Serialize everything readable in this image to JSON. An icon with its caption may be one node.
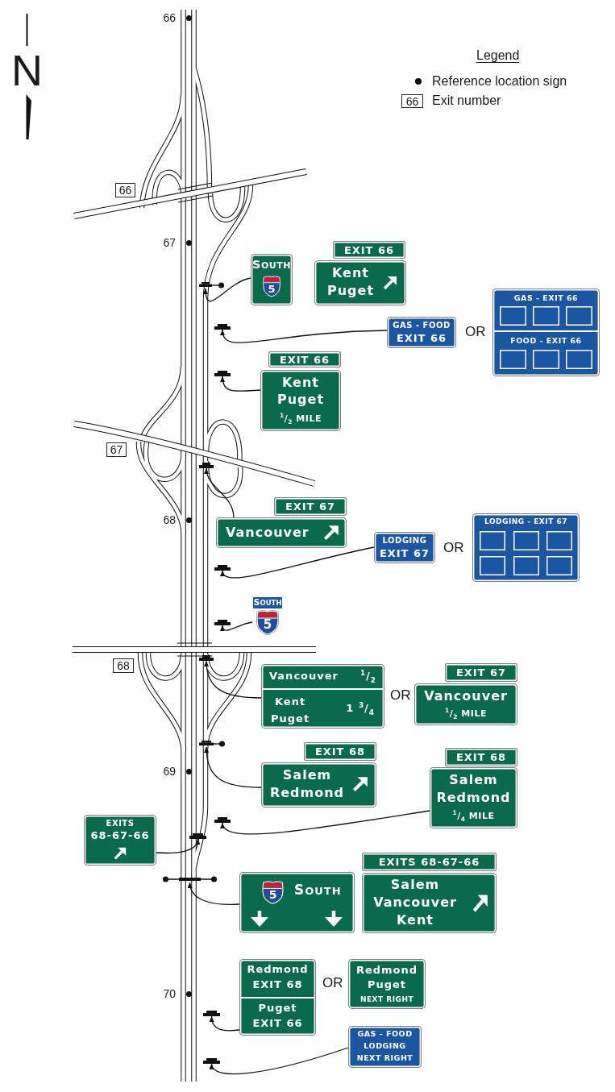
{
  "diagram": {
    "nodes": [
      {
        "text": [
          "66"
        ]
      },
      {
        "text": [
          "66"
        ]
      },
      {
        "text": [
          "SOUTH",
          "5"
        ]
      },
      {
        "text": [
          "EXIT 66"
        ]
      },
      {
        "text": [
          "Kent Puget"
        ]
      },
      {
        "text": [],
        "shape": "bar"
      },
      {
        "text": [
          "GAS - FOOD",
          "EXIT 66"
        ]
      },
      {
        "text": [
          "GAS - EXIT 66",
          "FOOD - EXIT 66"
        ]
      },
      {
        "text": [],
        "shape": "bar"
      },
      {
        "text": [
          "EXIT 66"
        ]
      },
      {
        "text": [
          "Kent Puget",
          "$^{1}$/$_{2}$ MILE"
        ]
      },
      {
        "text": [],
        "shape": "bar"
      },
      {
        "text": [
          "67"
        ]
      },
      {
        "text": [],
        "shape": "bar"
      },
      {
        "text": [
          "EXIT 67"
        ]
      },
      {
        "text": [
          "Vancouver"
        ]
      },
      {
        "text": [
          "LODGING",
          "EXIT 67"
        ]
      },
      {
        "text": [
          "LODGING - EXIT 67"
        ]
      },
      {
        "text": [],
        "shape": "bar"
      },
      {
        "text": [
          "SOUTH",
          "5"
        ]
      },
      {
        "text": [],
        "shape": "bar"
      },
      {
        "text": [
          "68"
        ]
      },
      {
        "text": [],
        "shape": "bar"
      },
      {
        "text": [
          "Vancouver",
          "$^{1}$/$_{2}$",
          "Kent Puget",
          "1 $^{3}$/$_{4}$"
        ]
      },
      {
        "text": [
          "EXIT 67"
        ]
      },
      {
        "text": [
          "Vancouver",
          "$^{1}$/$_{2}$ MILE"
        ]
      },
      {
        "text": [],
        "shape": "bar"
      },
      {
        "text": [
          "EXIT 68"
        ]
      },
      {
        "text": [
          "Salem Redmond"
        ]
      },
      {
        "text": [
          "EXIT 68"
        ]
      },
      {
        "text": [
          "Salem Redmond",
          "$^{1}$/$_{4}$ MILE"
        ]
      },
      {
        "text": [],
        "shape": "bar"
      },
      {
        "text": [
          "EXITS",
          "68-67-66"
        ]
      },
      {
        "text": [],
        "shape": "bar"
      },
      {
        "text": [],
        "shape": "bar"
      },
      {
        "text": [
          "5",
          "SOUTH"
        ]
      },
      {
        "text": [
          "EXITS 68-67-66"
        ]
      },
      {
        "text": [
          "Salem Vancouver Kent"
        ]
      },
      {
        "text": [
          "Redmond",
          "EXIT 68",
          "Puget",
          "EXIT 66"
        ]
      },
      {
        "text": [
          "Redmond Puget",
          "NEXT RIGHT"
        ]
      },
      {
        "text": [],
        "shape": "bar"
      },
      {
        "text": [
          "GAS - FOOD",
          "LODGING",
          "NEXT RIGHT"
        ]
      },
      {
        "text": [],
        "shape": "bar"
      }
    ],
    "edges": [
      {
        "from": 2,
        "to": 5,
        "arrow": "to"
      },
      {
        "from": 6,
        "to": 8,
        "arrow": "to"
      },
      {
        "from": 10,
        "to": 11,
        "arrow": "to"
      },
      {
        "from": 15,
        "to": 13,
        "arrow": "to"
      },
      {
        "from": 16,
        "to": 18,
        "arrow": "to"
      },
      {
        "from": 19,
        "to": 20,
        "arrow": "to"
      },
      {
        "from": 23,
        "to": 22,
        "arrow": "to"
      },
      {
        "from": 28,
        "to": 26,
        "arrow": "to"
      },
      {
        "from": 30,
        "to": 31,
        "arrow": "to"
      },
      {
        "from": 32,
        "to": 33,
        "arrow": "to"
      },
      {
        "from": 35,
        "to": 34,
        "arrow": "to"
      },
      {
        "from": 38,
        "to": 40,
        "arrow": "to"
      },
      {
        "from": 41,
        "to": 42,
        "arrow": "to"
      }
    ],
    "labels": [
      "66",
      "Legend",
      "N",
      "67",
      "OR",
      "68",
      "OR",
      "OR",
      "69",
      "OR",
      "70"
    ],
    "legend": [
      {
        "text": "Reference location sign"
      },
      {
        "text": "Exit number"
      }
    ]
  }
}
